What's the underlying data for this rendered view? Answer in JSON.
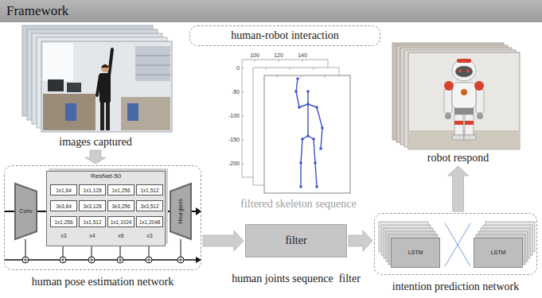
{
  "diagram": {
    "title": "Framework",
    "nodes": [
      {
        "text": [
          "human-robot interaction"
        ]
      },
      {
        "text": [
          "images captured"
        ]
      },
      {
        "text": [
          "filtered skeleton sequence"
        ]
      },
      {
        "text": [
          "robot respond"
        ]
      },
      {
        "text": [
          "human pose estimation network"
        ]
      },
      {
        "text": [
          "Conv"
        ],
        "in": 4
      },
      {
        "text": [
          "ResNet-50"
        ],
        "in": 4
      },
      {
        "text": [
          "1x1,64"
        ],
        "in": 6
      },
      {
        "text": [
          "1x1,128"
        ],
        "in": 6
      },
      {
        "text": [
          "1x1,256"
        ],
        "in": 6
      },
      {
        "text": [
          "1x1,512"
        ],
        "in": 6
      },
      {
        "text": [
          "3x3,64"
        ],
        "in": 6
      },
      {
        "text": [
          "3x3,128"
        ],
        "in": 6
      },
      {
        "text": [
          "3x3,256"
        ],
        "in": 6
      },
      {
        "text": [
          "3x3,512"
        ],
        "in": 6
      },
      {
        "text": [
          "1x1,256"
        ],
        "in": 6
      },
      {
        "text": [
          "1x1,512"
        ],
        "in": 6
      },
      {
        "text": [
          "1x1,1024"
        ],
        "in": 6
      },
      {
        "text": [
          "1x1,2048"
        ],
        "in": 6
      },
      {
        "text": [
          "Hourglass"
        ],
        "in": 4
      },
      {
        "text": [
          "filter",
          "human joints sequence  filter"
        ]
      },
      {
        "text": [
          "intention prediction network"
        ]
      },
      {
        "text": [
          "LSTM"
        ],
        "in": 21
      },
      {
        "text": [
          "LSTM"
        ],
        "in": 21
      }
    ],
    "edges": [
      {
        "from": 1,
        "to": 4,
        "arrow": "to"
      },
      {
        "from": 4,
        "to": 20,
        "arrow": "to"
      },
      {
        "from": 20,
        "to": 21,
        "arrow": "to"
      },
      {
        "from": 21,
        "to": 3,
        "arrow": "to"
      }
    ],
    "labels": [
      "100",
      "120",
      "140",
      "0",
      "-50",
      "-100",
      "-150",
      "-200",
      "x3",
      "x4",
      "x6",
      "x3"
    ]
  }
}
